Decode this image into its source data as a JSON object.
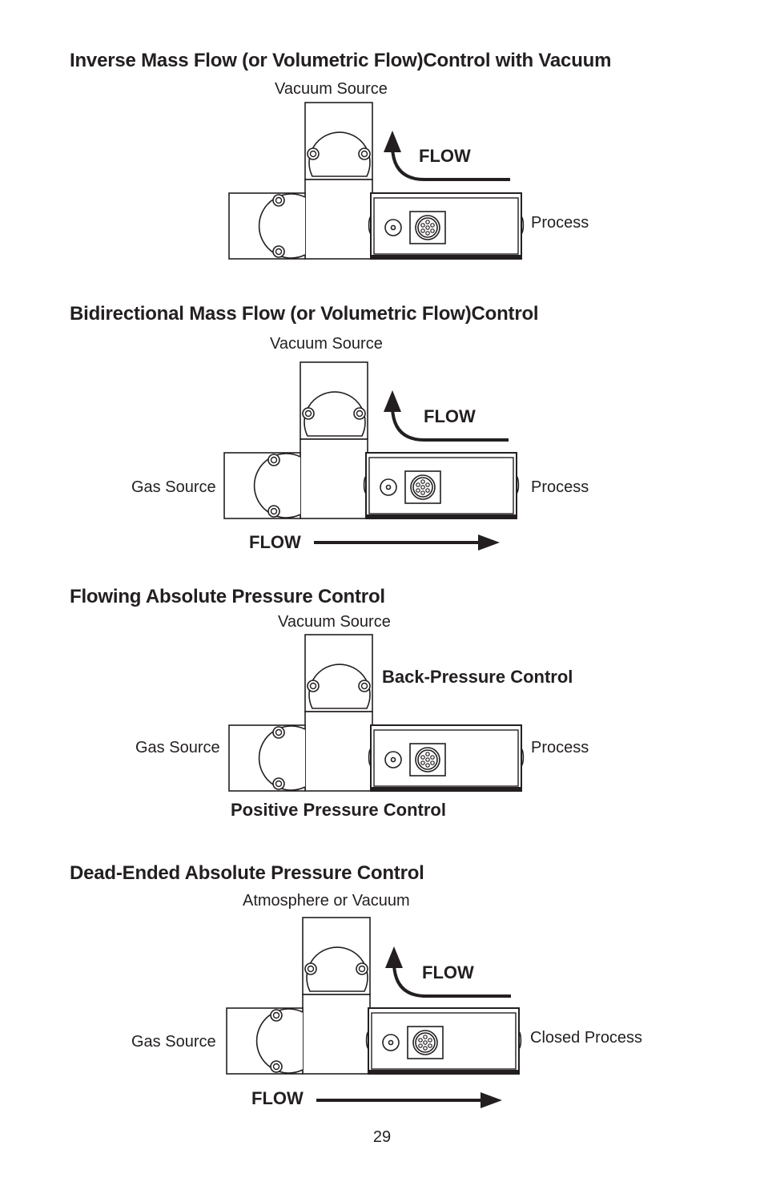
{
  "sections": [
    {
      "title": "Inverse Mass Flow (or Volumetric Flow)Control with Vacuum",
      "top_label": "Vacuum Source",
      "left_label": "",
      "right_label": "Process",
      "flow_label_upper": "FLOW",
      "flow_label_lower": ""
    },
    {
      "title": "Bidirectional Mass Flow (or Volumetric Flow)Control",
      "top_label": "Vacuum Source",
      "left_label": "Gas Source",
      "right_label": "Process",
      "flow_label_upper": "FLOW",
      "flow_label_lower": "FLOW"
    },
    {
      "title": "Flowing Absolute Pressure Control",
      "top_label": "Vacuum Source",
      "left_label": "Gas Source",
      "right_label": "Process",
      "upper_control_label": "Back-Pressure Control",
      "lower_control_label": "Positive Pressure Control"
    },
    {
      "title": "Dead-Ended Absolute Pressure Control",
      "top_label": "Atmosphere or Vacuum",
      "left_label": "Gas Source",
      "right_label": "Closed Process",
      "flow_label_upper": "FLOW",
      "flow_label_lower": "FLOW"
    }
  ],
  "page_number": "29"
}
